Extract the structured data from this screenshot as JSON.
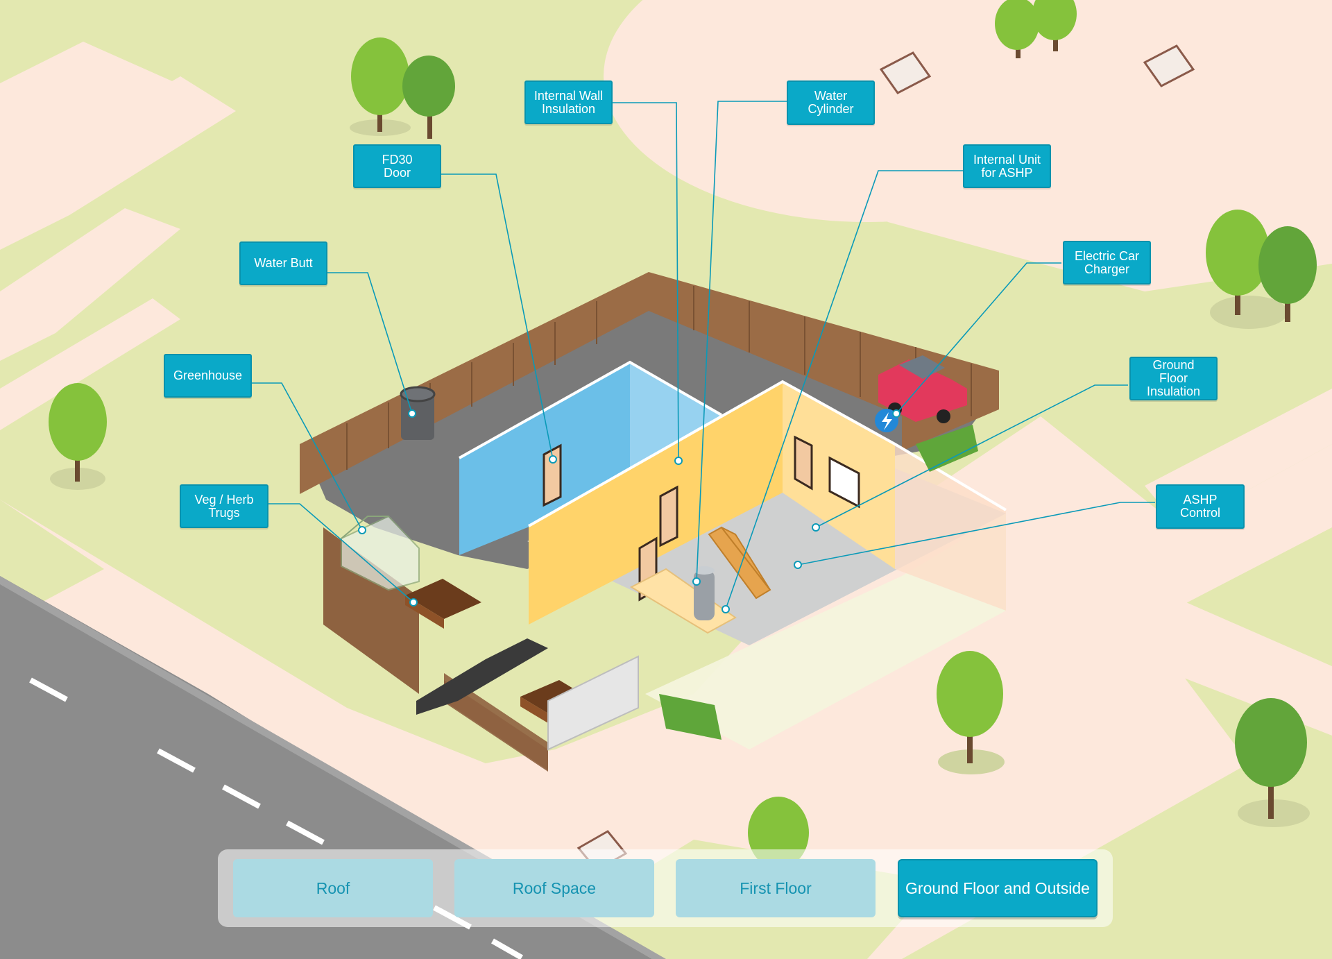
{
  "colors": {
    "accent": "#0aa9c8",
    "tab_inactive": "#abdae3",
    "grass": "#e3e8b0",
    "path": "#fde8dc",
    "road": "#8a8a8a",
    "wall_blue": "#6bbfe8",
    "wall_yellow": "#ffd36a",
    "fence": "#9a6b45"
  },
  "callouts": [
    {
      "id": "fd30-door",
      "text": "FD30\nDoor"
    },
    {
      "id": "internal-wall-insulation",
      "text": "Internal Wall\nInsulation"
    },
    {
      "id": "water-cylinder",
      "text": "Water\nCylinder"
    },
    {
      "id": "internal-unit-ashp",
      "text": "Internal Unit\nfor ASHP"
    },
    {
      "id": "water-butt",
      "text": "Water Butt"
    },
    {
      "id": "electric-car-charger",
      "text": "Electric Car\nCharger"
    },
    {
      "id": "greenhouse",
      "text": "Greenhouse"
    },
    {
      "id": "ground-floor-insulation",
      "text": "Ground Floor\nInsulation"
    },
    {
      "id": "veg-herb-trugs",
      "text": "Veg / Herb\nTrugs"
    },
    {
      "id": "ashp-control",
      "text": "ASHP Control"
    }
  ],
  "floor_tabs": [
    {
      "label": "Roof",
      "active": false
    },
    {
      "label": "Roof Space",
      "active": false
    },
    {
      "label": "First Floor",
      "active": false
    },
    {
      "label": "Ground Floor and Outside",
      "active": true
    }
  ],
  "icons": [
    "ev-charger-icon"
  ]
}
